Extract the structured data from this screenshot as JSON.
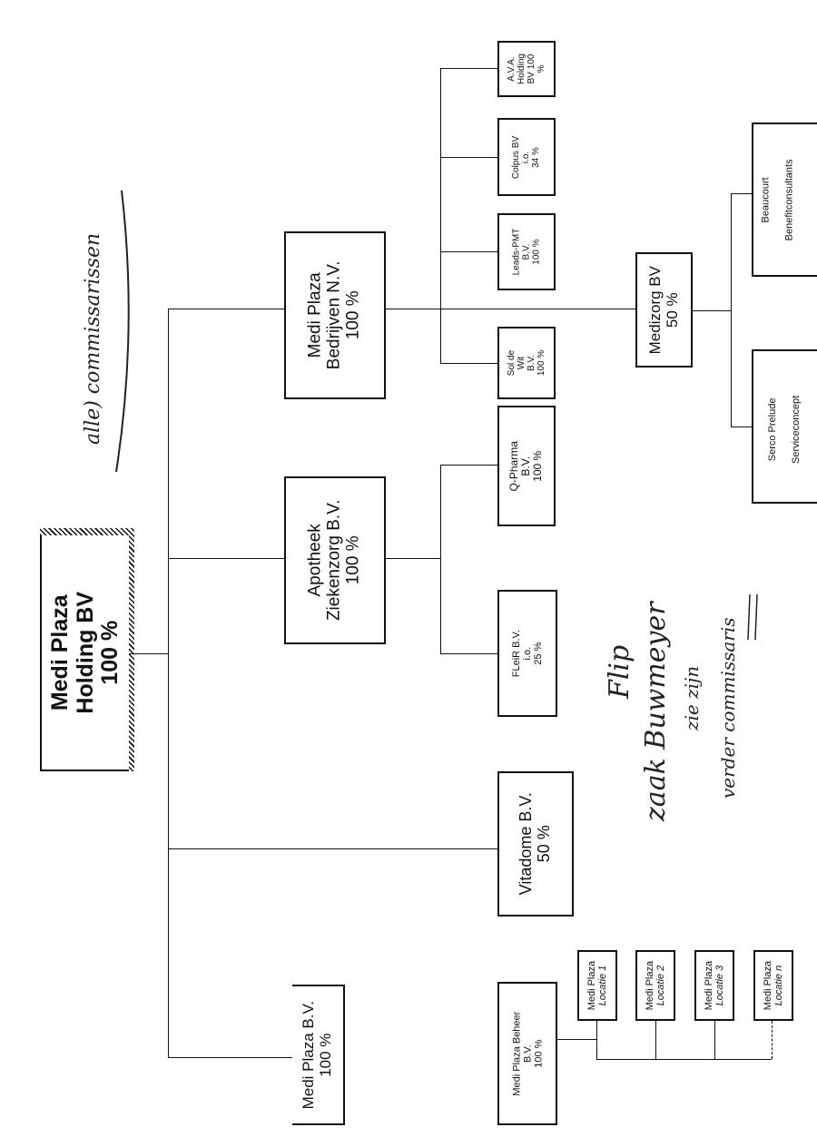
{
  "holding": {
    "l1": "Medi Plaza",
    "l2": "Holding BV",
    "l3": "100 %"
  },
  "level1": [
    {
      "l1": "Medi Plaza  B.V.",
      "l2": "100 %"
    },
    {
      "l1": "Vitadome B.V.",
      "l2": "50 %"
    },
    {
      "l1": "Apotheek",
      "l2": "Ziekenzorg B.V.",
      "l3": "100 %"
    },
    {
      "l1": "Medi Plaza",
      "l2": "Bedrijven N.V.",
      "l3": "100 %"
    }
  ],
  "beheer": {
    "l1": "Medi Plaza Beheer",
    "l2": "B.V.",
    "l3": "100 %"
  },
  "locations": [
    {
      "l1": "Medi Plaza",
      "l2": "Locatie 1"
    },
    {
      "l1": "Medi Plaza",
      "l2": "Locatie 2"
    },
    {
      "l1": "Medi Plaza",
      "l2": "Locatie 3"
    },
    {
      "l1": "Medi Plaza",
      "l2": "Locatie n"
    }
  ],
  "apotheek_subs": [
    {
      "l1": "FLeiR B.V.",
      "l2": "i.o.",
      "l3": "25 %"
    },
    {
      "l1": "Q-Pharma",
      "l2": "B.V.",
      "l3": "100 %"
    }
  ],
  "bedrijven_subs": [
    {
      "l1": "Sol de",
      "l2": "Wit",
      "l3": "B.V.",
      "l4": "100 %"
    },
    {
      "l1": "Leads-PMT",
      "l2": "B.V.",
      "l3": "100 %"
    },
    {
      "l1": "Colpus BV",
      "l2": "i.o.",
      "l3": "34 %"
    },
    {
      "l1": "A.V.A.",
      "l2": "Holding",
      "l3": "BV 100",
      "l4": "%"
    }
  ],
  "medizorg": {
    "l1": "Medizorg BV",
    "l2": "50 %"
  },
  "medizorg_subs": [
    {
      "l1": "Serco Prelude",
      "l2": "Serviceconcept"
    },
    {
      "l1": "Beaucourt",
      "l2": "Benefitconsultants"
    }
  ],
  "handwriting": {
    "note1": "alle) commissarissen",
    "note2a": "Flip",
    "note2b": "zaak Buwmeyer",
    "note2c": "zie zijn",
    "note2d": "verder commissaris"
  }
}
